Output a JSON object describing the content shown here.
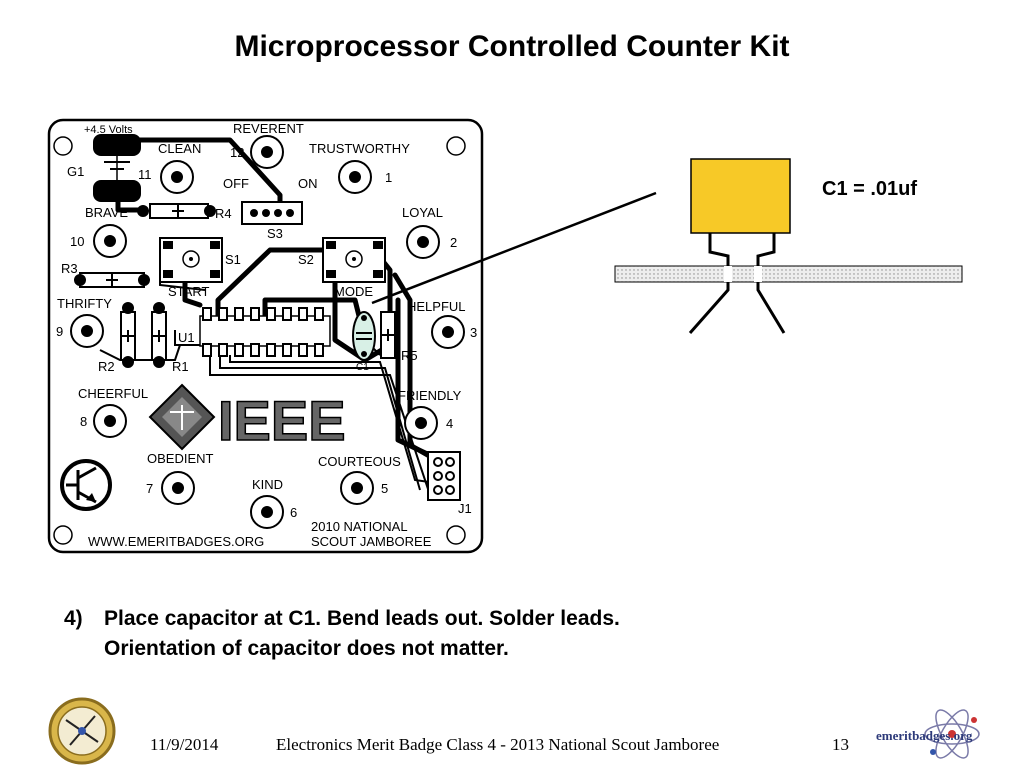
{
  "slide": {
    "title": "Microprocessor Controlled Counter Kit",
    "capacitor_label": "C1 = .01uf",
    "step_number": "4)",
    "step_line1": "Place capacitor at C1.  Bend leads out. Solder leads.",
    "step_line2": "Orientation of capacitor does not matter."
  },
  "board": {
    "labels": {
      "voltage": "+4.5 Volts",
      "g1": "G1",
      "clean": "CLEAN",
      "reverent": "REVERENT",
      "trustworthy": "TRUSTWORTHY",
      "off": "OFF",
      "on": "ON",
      "brave": "BRAVE",
      "r4": "R4",
      "s3": "S3",
      "loyal": "LOYAL",
      "r3": "R3",
      "s1": "S1",
      "s2": "S2",
      "start": "START",
      "mode": "MODE",
      "thrifty": "THRIFTY",
      "helpful": "HELPFUL",
      "u1": "U1",
      "c1": "C1",
      "r5": "R5",
      "r2": "R2",
      "r1": "R1",
      "cheerful": "CHEERFUL",
      "friendly": "FRIENDLY",
      "ieee": "IEEE",
      "obedient": "OBEDIENT",
      "courteous": "COURTEOUS",
      "kind": "KIND",
      "j1": "J1",
      "national": "2010 NATIONAL",
      "jamboree": "SCOUT JAMBOREE",
      "website": "WWW.EMERITBADGES.ORG",
      "n1": "1",
      "n2": "2",
      "n3": "3",
      "n4": "4",
      "n5": "5",
      "n6": "6",
      "n7": "7",
      "n8": "8",
      "n9": "9",
      "n10": "10",
      "n11": "11",
      "n12": "12"
    }
  },
  "footer": {
    "date": "11/9/2014",
    "title": "Electronics Merit Badge Class 4 - 2013 National Scout Jamboree",
    "page": "13",
    "logo_text": "emeritbadges.org"
  },
  "colors": {
    "capacitor": "#f7c927",
    "pcb_board": "#e8e8e8",
    "badge_gold": "#d9b64a"
  },
  "icons": [
    "transistor-icon",
    "ieee-diamond-icon",
    "merit-badge-icon",
    "atom-logo-icon"
  ]
}
